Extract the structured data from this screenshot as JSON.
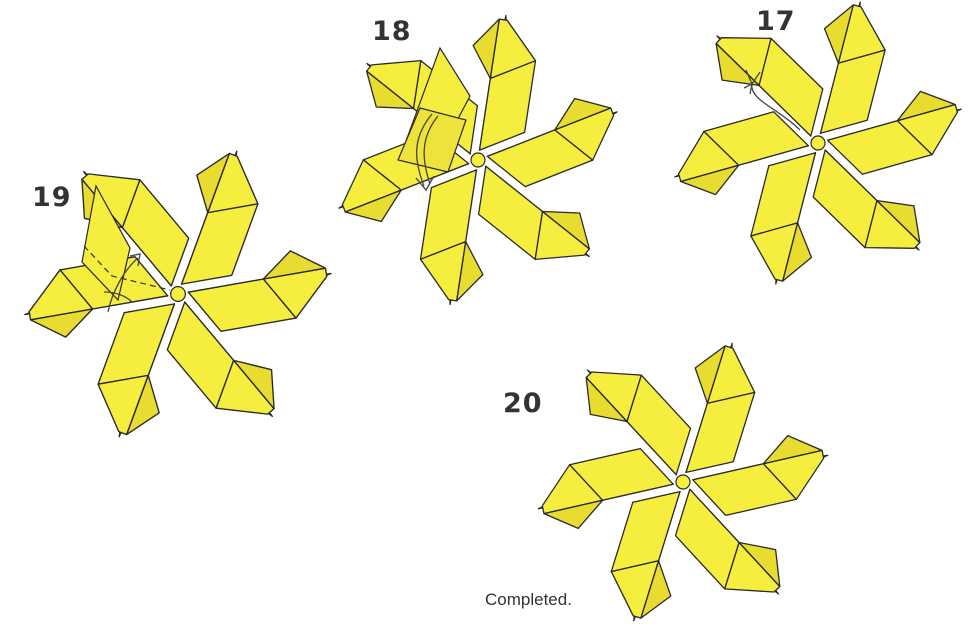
{
  "steps": {
    "s17": "17",
    "s18": "18",
    "s19": "19",
    "s20": "20"
  },
  "caption": "Completed.",
  "colors": {
    "paper": "#f5ee3f",
    "paper_shade": "#e8dc30",
    "outline": "#2a2a2a",
    "underside": "#e4e4e4"
  }
}
